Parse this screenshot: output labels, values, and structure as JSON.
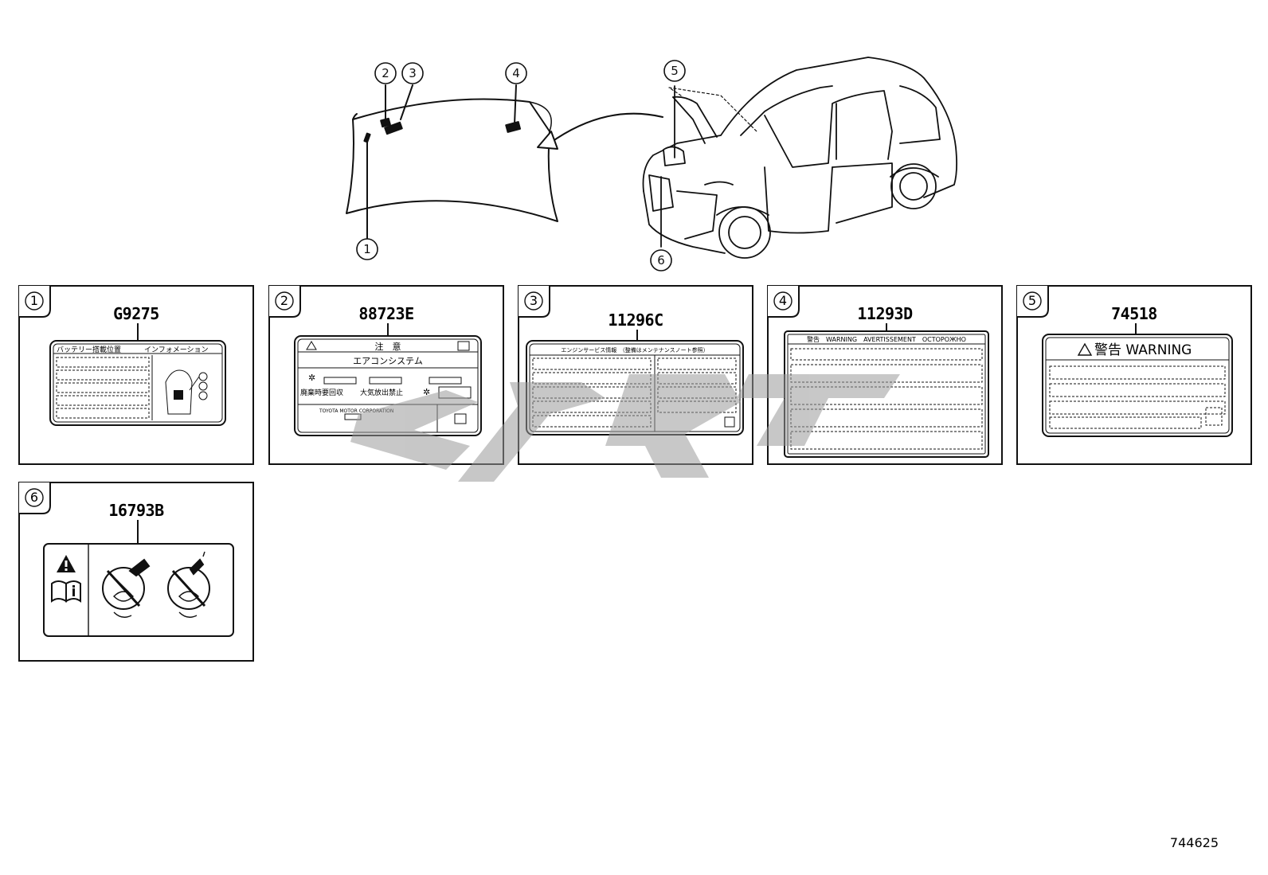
{
  "diagram": {
    "callouts": [
      {
        "num": "1"
      },
      {
        "num": "2"
      },
      {
        "num": "3"
      },
      {
        "num": "4"
      },
      {
        "num": "5"
      },
      {
        "num": "6"
      }
    ]
  },
  "panels": [
    {
      "num": "1",
      "part": "G9275",
      "lines": {
        "header_left": "バッテリー搭載位置",
        "header_right": "インフォメーション"
      }
    },
    {
      "num": "2",
      "part": "88723E",
      "lines": {
        "header": "注　意",
        "system": "エアコンシステム",
        "recover": "廃棄時要回収",
        "nonrelease": "大気放出禁止",
        "maker": "TOYOTA MOTOR CORPORATION"
      }
    },
    {
      "num": "3",
      "part": "11296C",
      "lines": {
        "header": "エンジンサービス情報　（整備はメンテナンスノート参照）"
      }
    },
    {
      "num": "4",
      "part": "11293D",
      "lines": {
        "header": "警告　WARNING　AVERTISSEMENT　OCTOPOЖHO"
      }
    },
    {
      "num": "5",
      "part": "74518",
      "lines": {
        "header": "警告 WARNING"
      }
    },
    {
      "num": "6",
      "part": "16793B",
      "lines": {}
    }
  ],
  "reference": "744625"
}
